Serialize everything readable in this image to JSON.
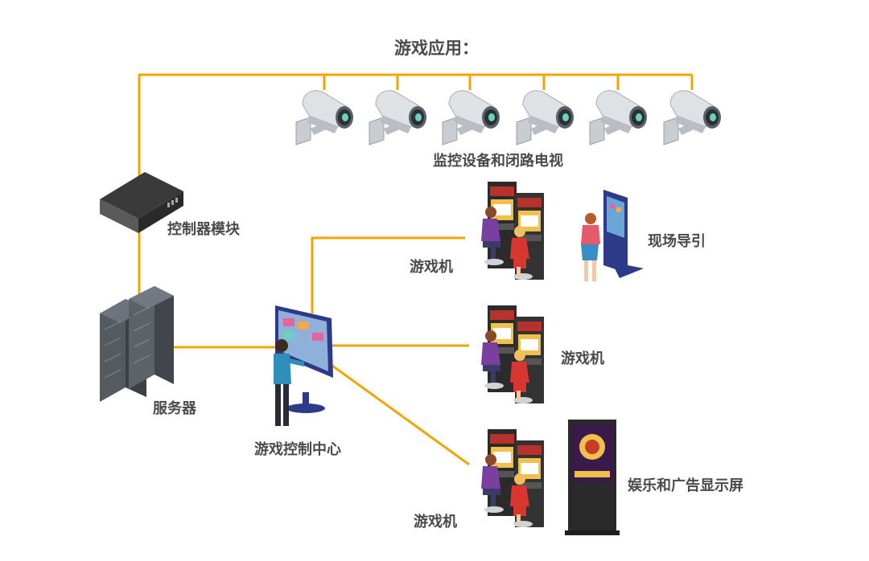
{
  "title": "游戏应用：",
  "labels": {
    "cameras": "监控设备和闭路电视",
    "controller": "控制器模块",
    "server": "服务器",
    "control_center": "游戏控制中心",
    "game_machine_1": "游戏机",
    "game_machine_2": "游戏机",
    "game_machine_3": "游戏机",
    "kiosk": "现场导引",
    "display": "娱乐和广告显示屏"
  },
  "colors": {
    "link": "#f0a500",
    "text": "#4a4a4a"
  },
  "icons": [
    "security-camera-icon",
    "controller-box-icon",
    "server-rack-icon",
    "touchscreen-console-icon",
    "slot-machine-icon",
    "kiosk-icon",
    "signage-display-icon"
  ]
}
